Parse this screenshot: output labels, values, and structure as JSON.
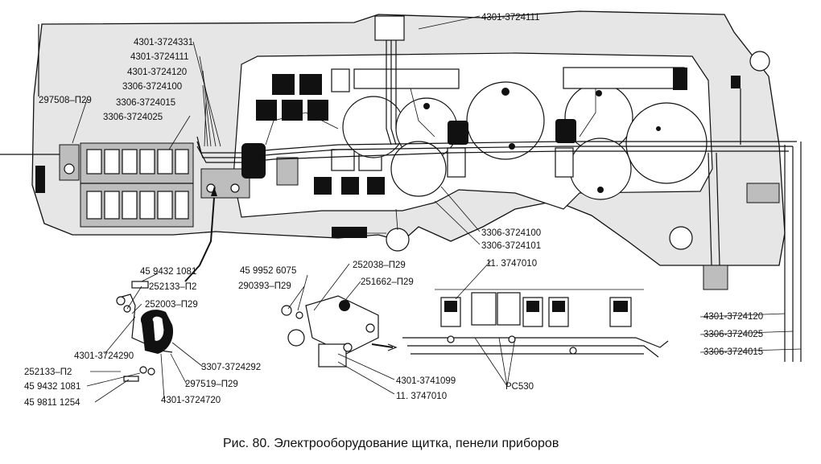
{
  "labels": {
    "p4301_3724331": "4301-3724331",
    "p4301_3724111_left": "4301-3724111",
    "p4301_3724120_top": "4301-3724120",
    "p3306_3724100_top": "3306-3724100",
    "p297508_p29": "297508–П29",
    "p3306_3724015_top": "3306-3724015",
    "p3306_3724025_top": "3306-3724025",
    "p4301_3724111_top": "4301-3724111",
    "p3306_3724100_mid": "3306-3724100",
    "p3306_3724101": "3306-3724101",
    "p45_9432_1081_a": "45  9432  1081",
    "p252133_p2_a": "252133–П2",
    "p252003_p29": "252003–П29",
    "p4301_3724290": "4301-3724290",
    "p252133_p2_b": "252133–П2",
    "p45_9432_1081_b": "45  9432  1081",
    "p45_9811_1254": "45  9811  1254",
    "p4301_3724720": "4301-3724720",
    "p297519_p29": "297519–П29",
    "p3307_3724292": "3307-3724292",
    "p45_9952_6075": "45 9952 6075",
    "p290393_p29": "290393–П29",
    "p252038_p29": "252038–П29",
    "p251662_p29": "251662–П29",
    "p11_3747010_top": "11. 3747010",
    "p4301_3741099": "4301-3741099",
    "p11_3747010_bottom": "11. 3747010",
    "pPC530": "РС530",
    "p4301_3724120_right": "4301-3724120",
    "p3306_3724025_right": "3306-3724025",
    "p3306_3724015_right": "3306-3724015"
  },
  "caption": "Рис. 80. Электрооборудование щитка, пенели приборов"
}
